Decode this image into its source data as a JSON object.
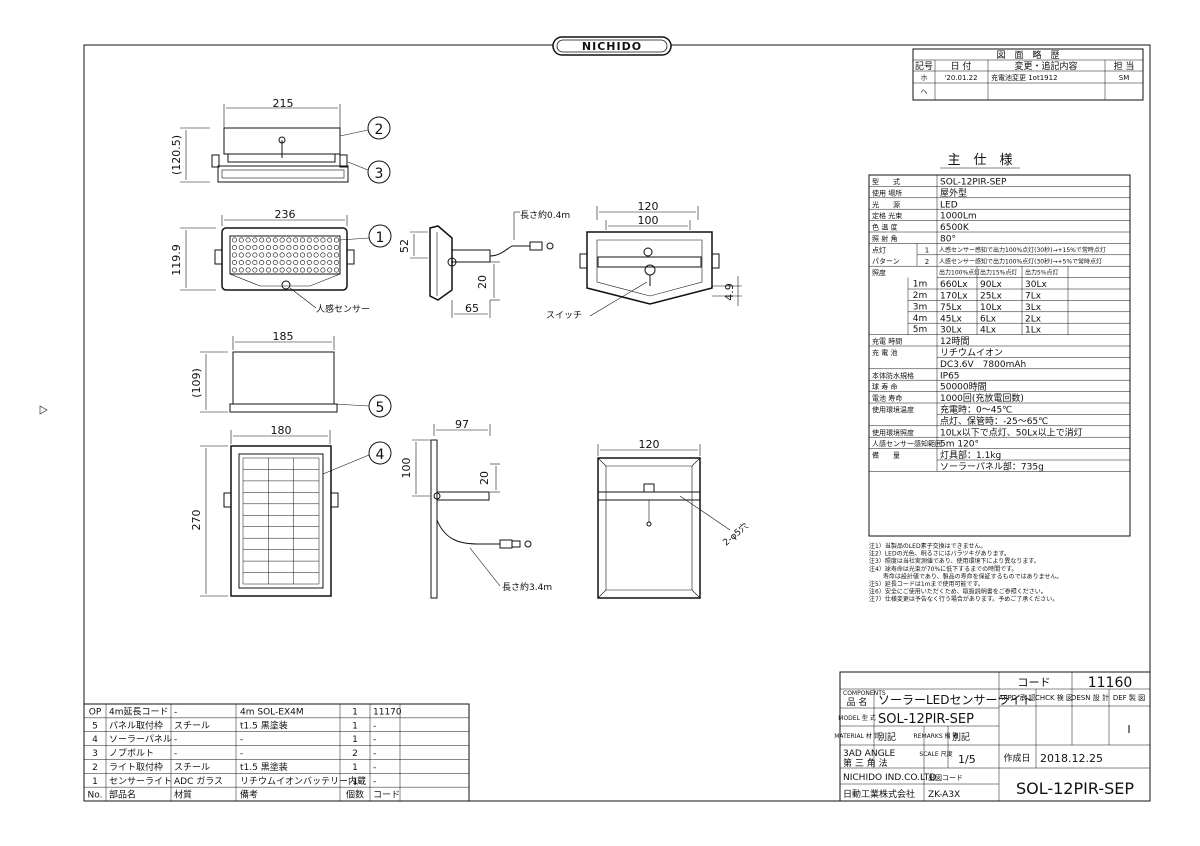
{
  "brand": "NICHIDO",
  "revision": {
    "title": "図　面　略　歴",
    "headers": [
      "記号",
      "日 付",
      "変更・追記内容",
      "担 当"
    ],
    "rows": [
      [
        "ホ",
        "'20.01.22",
        "充電池変更 1ot1912",
        "SM"
      ],
      [
        "ヘ",
        "",
        "",
        ""
      ]
    ]
  },
  "specs": {
    "title": "主　仕　様",
    "rows": [
      [
        "型　　式",
        "SOL-12PIR-SEP"
      ],
      [
        "使用 場所",
        "屋外型"
      ],
      [
        "光　　源",
        "LED"
      ],
      [
        "定格 光束",
        "1000Lm"
      ],
      [
        "色 温 度",
        "6500K"
      ],
      [
        "照 射 角",
        "80°"
      ]
    ],
    "lighting_label_1": "点灯",
    "lighting_label_2": "パターン",
    "patterns": [
      [
        "1",
        "人感センサー感知で出力100%点灯(30秒)→+15%で常時点灯"
      ],
      [
        "2",
        "人感センサー感知で出力100%点灯(30秒)→+5%で常時点灯"
      ]
    ],
    "illuminance_label": "照度",
    "illuminance_headers": [
      "出力100%点灯",
      "出力15%点灯",
      "出力5%点灯"
    ],
    "illuminance": [
      [
        "1m",
        "660Lx",
        "90Lx",
        "30Lx"
      ],
      [
        "2m",
        "170Lx",
        "25Lx",
        "7Lx"
      ],
      [
        "3m",
        "75Lx",
        "10Lx",
        "3Lx"
      ],
      [
        "4m",
        "45Lx",
        "6Lx",
        "2Lx"
      ],
      [
        "5m",
        "30Lx",
        "4Lx",
        "1Lx"
      ]
    ],
    "rows2": [
      [
        "充電 時間",
        "12時間"
      ],
      [
        "充 電 池",
        "リチウムイオン"
      ],
      [
        "",
        "DC3.6V　7800mAh"
      ],
      [
        "本体防水規格",
        "IP65"
      ],
      [
        "球 寿 命",
        "50000時間"
      ],
      [
        "電池 寿命",
        "1000回(充放電回数)"
      ],
      [
        "使用環境温度",
        "充電時：0～45℃"
      ],
      [
        "",
        "点灯、保管時：-25～65℃"
      ],
      [
        "使用環境照度",
        "10Lx以下で点灯、50Lx以上で消灯"
      ],
      [
        "人感センサー感知範囲",
        "5m 120°"
      ],
      [
        "備　　量",
        "灯具部：1.1kg"
      ],
      [
        "",
        "ソーラーパネル部：735g"
      ]
    ]
  },
  "notes": [
    "注1）当製品のLED素子交換はできません。",
    "注2）LEDの光色、明るさにはバラツキがあります。",
    "注3）照度は当社実測値であり、使用環境下により異なります。",
    "注4）球寿命は光束が70%に低下するまでの時間です。",
    "　　 寿命は設計値であり、製品の寿命を保証するものではありません。",
    "注5）延長コードは1mまで使用可能です。",
    "注6）安全にご使用いただくため、取扱説明書をご参照ください。",
    "注7）仕様変更は予告なく行う場合があります。予めご了承ください。"
  ],
  "dims": {
    "top_width": "215",
    "top_height": "(120.5)",
    "front_width": "236",
    "front_height": "119.9",
    "side_52": "52",
    "side_20": "20",
    "side_65": "65",
    "back_120": "120",
    "back_100": "100",
    "back_49": "4.9",
    "bracket_width": "185",
    "bracket_height": "(109)",
    "panel_width": "180",
    "panel_height": "270",
    "panel_side_97": "97",
    "panel_side_100": "100",
    "panel_side_20": "20",
    "panel_back_120": "120",
    "panel_back_hole": "2-φ5穴"
  },
  "callouts": [
    "1",
    "2",
    "3",
    "4",
    "5"
  ],
  "labels": {
    "cord_04": "長さ約0.4m",
    "cord_34": "長さ約3.4m",
    "sensor": "人感センサー",
    "switch": "スイッチ"
  },
  "parts": {
    "rows": [
      [
        "OP",
        "4m延長コード",
        "-",
        "4m SOL-EX4M",
        "1",
        "11170"
      ],
      [
        "5",
        "パネル取付枠",
        "スチール",
        "t1.5 黒塗装",
        "1",
        "-"
      ],
      [
        "4",
        "ソーラーパネル",
        "-",
        "-",
        "1",
        "-"
      ],
      [
        "3",
        "ノブボルト",
        "-",
        "-",
        "2",
        "-"
      ],
      [
        "2",
        "ライト取付枠",
        "スチール",
        "t1.5 黒塗装",
        "1",
        "-"
      ],
      [
        "1",
        "センサーライト",
        "ADC ガラス",
        "リチウムイオンバッテリー内蔵",
        "1",
        "-"
      ]
    ],
    "header": [
      "No.",
      "部品名",
      "材質",
      "備考",
      "個数",
      "コード"
    ]
  },
  "title_block": {
    "code_label": "コード",
    "code_value": "11160",
    "components_label": "COMPONENTS",
    "name_label": "品 名",
    "name_value": "ソーラーLEDセンサーライト",
    "approvals": [
      "APPD 承 認",
      "CHCK 検 図",
      "DESN 設 計",
      "DEF 製 図"
    ],
    "model_label": "MODEL 型 式",
    "model_value": "SOL-12PIR-SEP",
    "material_label": "MATERIAL 材 質",
    "material_value": "別記",
    "remarks_label": "REMARKS 備 考",
    "remarks_value": "別記",
    "def_value": "I",
    "angle_label_1": "3AD ANGLE",
    "angle_label_2": "第 三 角 法",
    "scale_label": "SCALE 尺度",
    "scale_value": "1/5",
    "date_label": "作成日",
    "date_value": "2018.12.25",
    "company_en": "NICHIDO IND.CO.LTD",
    "company_jp": "日動工業株式会社",
    "drawing_code_label": "出図コード",
    "drawing_code_value": "ZK-A3X",
    "drawing_no": "SOL-12PIR-SEP"
  }
}
